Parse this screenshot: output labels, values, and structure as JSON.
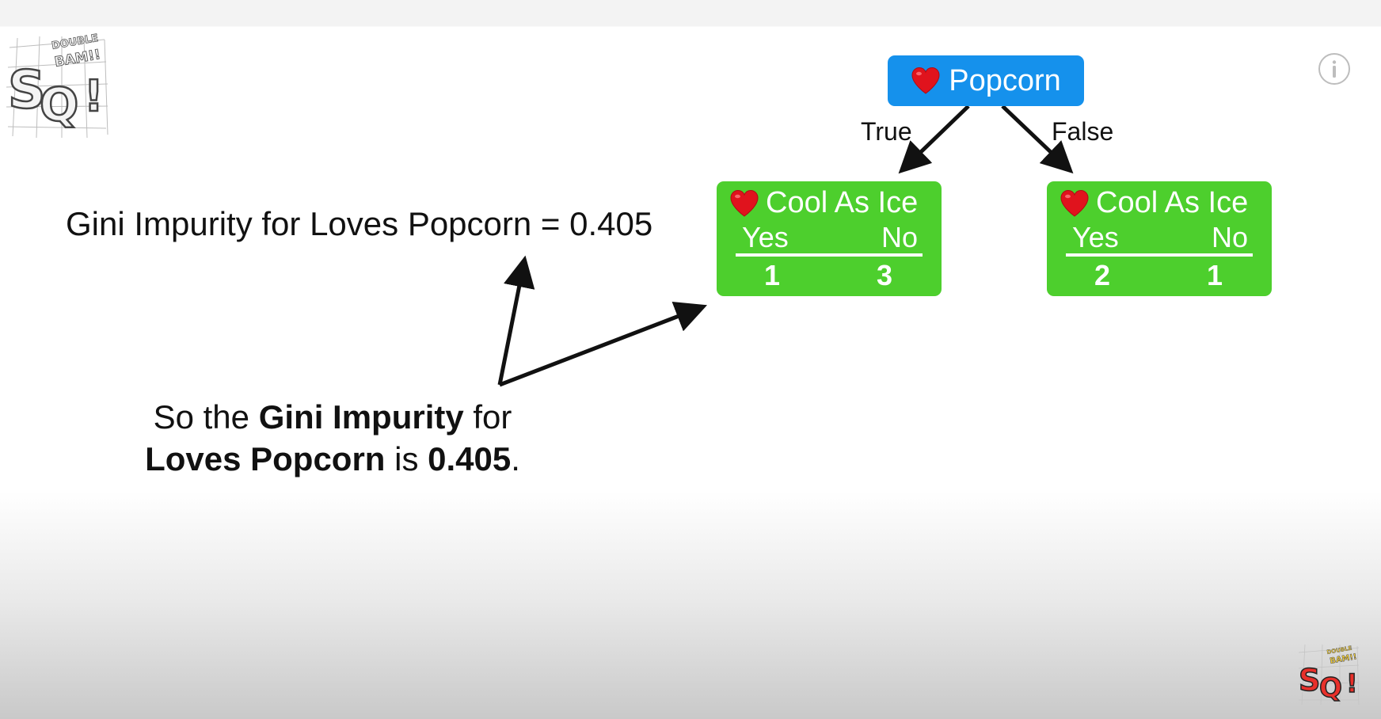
{
  "tree": {
    "root": {
      "label": "Popcorn",
      "icon": "heart-icon"
    },
    "branches": {
      "true_label": "True",
      "false_label": "False"
    },
    "leaves": [
      {
        "title": "Cool As Ice",
        "icon": "heart-icon",
        "yes_label": "Yes",
        "no_label": "No",
        "yes_count": "1",
        "no_count": "3"
      },
      {
        "title": "Cool As Ice",
        "icon": "heart-icon",
        "yes_label": "Yes",
        "no_label": "No",
        "yes_count": "2",
        "no_count": "1"
      }
    ]
  },
  "annotation": {
    "gini_line": "Gini Impurity for Loves Popcorn = 0.405",
    "summary": {
      "part1": "So the ",
      "bold1": "Gini Impurity",
      "part2": " for",
      "bold2": "Loves Popcorn",
      "part3": " is ",
      "bold3": "0.405",
      "part4": "."
    }
  },
  "logos": {
    "top_left": "statquest-double-bam-logo",
    "bottom_right": "statquest-logo"
  },
  "colors": {
    "root_node": "#1591ec",
    "leaf_node": "#4dcf2d",
    "heart": "#e0131d",
    "arrow": "#111111"
  }
}
